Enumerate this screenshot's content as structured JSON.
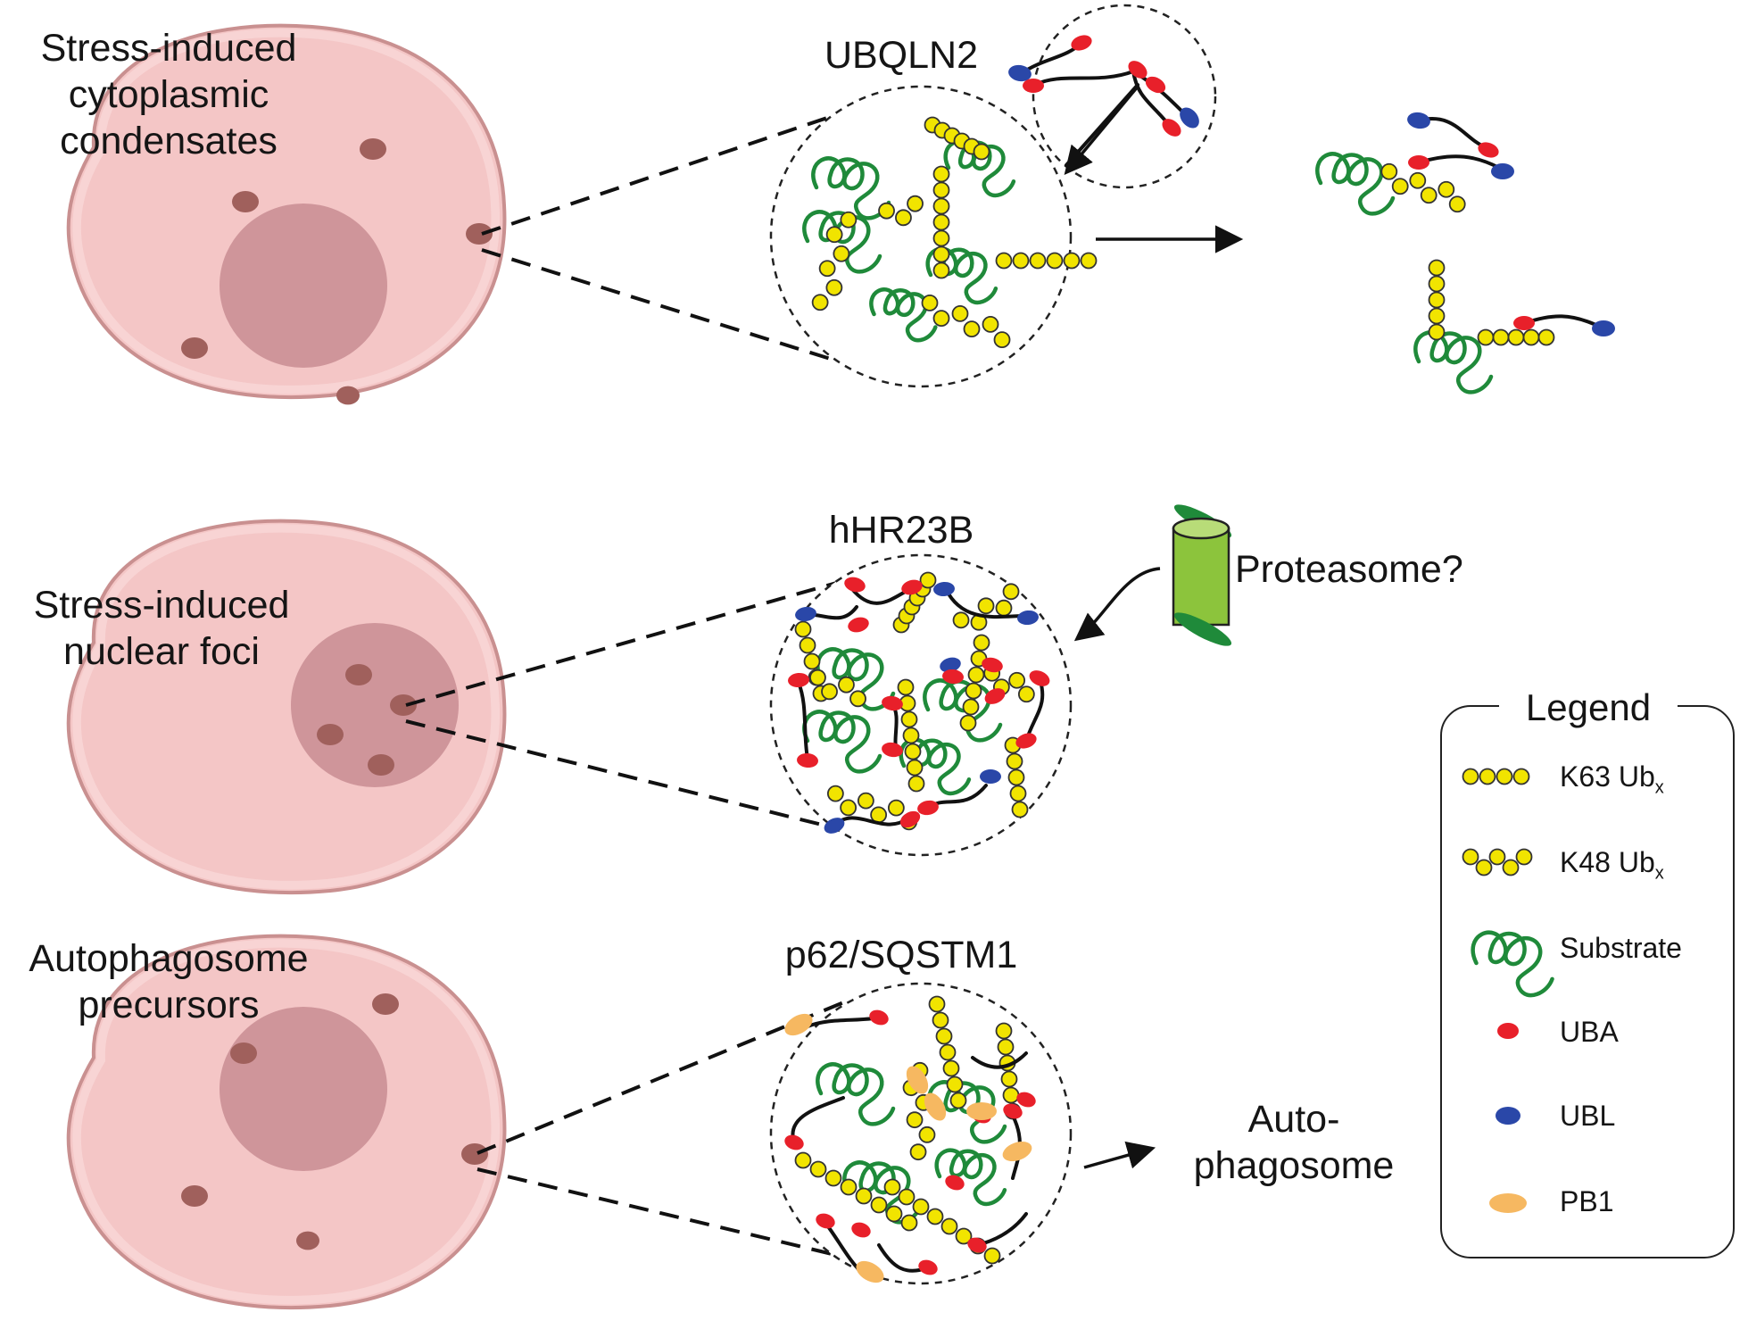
{
  "panels": [
    {
      "id": "cytoplasmic",
      "cell_label_lines": [
        "Stress-induced",
        "cytoplasmic",
        "condensates"
      ],
      "protein": "UBQLN2"
    },
    {
      "id": "nuclear",
      "cell_label_lines": [
        "Stress-induced",
        "nuclear foci"
      ],
      "protein": "hHR23B",
      "side_label": "Proteasome?"
    },
    {
      "id": "autophagy",
      "cell_label_lines": [
        "Autophagosome",
        "precursors"
      ],
      "protein": "p62/SQSTM1",
      "outcome_lines": [
        "Auto-",
        "phagosome"
      ]
    }
  ],
  "legend": {
    "title": "Legend",
    "items": [
      {
        "key": "k63",
        "label": "K63 Ub",
        "sub": "x",
        "icon": "linear-yellow-chain"
      },
      {
        "key": "k48",
        "label": "K48 Ub",
        "sub": "x",
        "icon": "zigzag-yellow-chain"
      },
      {
        "key": "substrate",
        "label": "Substrate",
        "sub": "",
        "icon": "green-coil"
      },
      {
        "key": "uba",
        "label": "UBA",
        "sub": "",
        "icon": "red-oval"
      },
      {
        "key": "ubl",
        "label": "UBL",
        "sub": "",
        "icon": "blue-oval"
      },
      {
        "key": "pb1",
        "label": "PB1",
        "sub": "",
        "icon": "orange-oval"
      }
    ]
  },
  "colors": {
    "cell_fill": "#f4c6c6",
    "cell_edge": "#c99090",
    "nucleus": "#cf959a",
    "focus_dot": "#a0605c",
    "ubiquitin": "#f1e400",
    "substrate": "#1f8a3a",
    "uba": "#e8202a",
    "ubl": "#2a47a8",
    "pb1": "#f6b861",
    "proteasome": "#8cc43c"
  }
}
